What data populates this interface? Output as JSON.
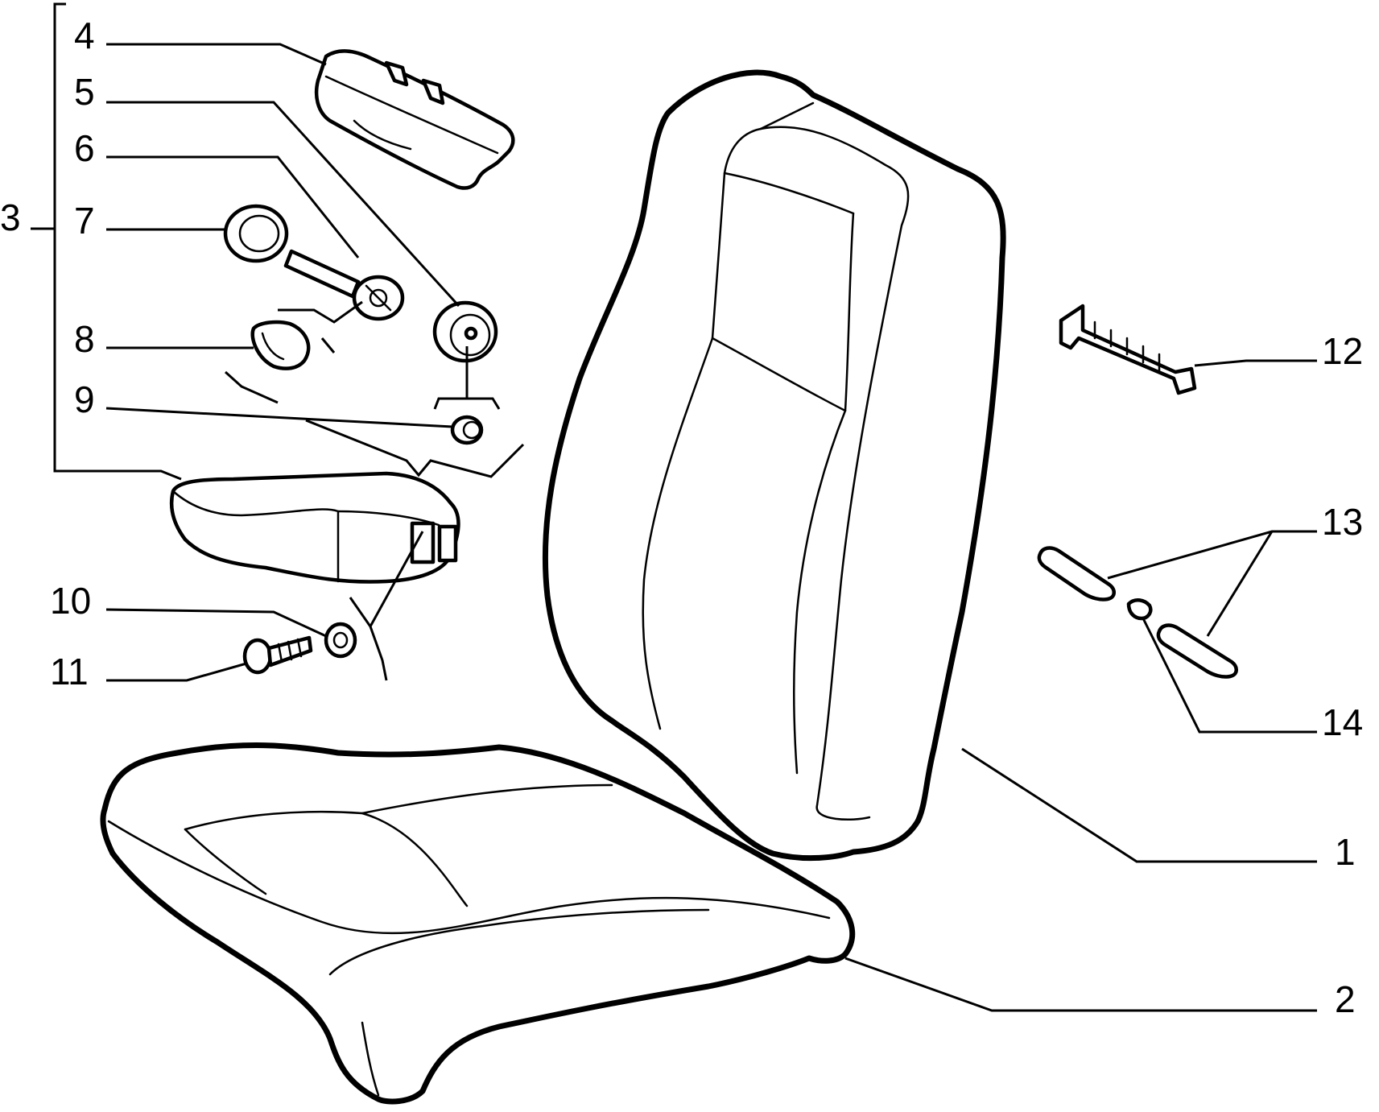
{
  "diagram": {
    "callouts": [
      {
        "id": "c1",
        "label": "1"
      },
      {
        "id": "c2",
        "label": "2"
      },
      {
        "id": "c3",
        "label": "3"
      },
      {
        "id": "c4",
        "label": "4"
      },
      {
        "id": "c5",
        "label": "5"
      },
      {
        "id": "c6",
        "label": "6"
      },
      {
        "id": "c7",
        "label": "7"
      },
      {
        "id": "c8",
        "label": "8"
      },
      {
        "id": "c9",
        "label": "9"
      },
      {
        "id": "c10",
        "label": "10"
      },
      {
        "id": "c11",
        "label": "11"
      },
      {
        "id": "c12",
        "label": "12"
      },
      {
        "id": "c13",
        "label": "13"
      },
      {
        "id": "c14",
        "label": "14"
      }
    ],
    "colors": {
      "ink": "#000000",
      "paper": "#ffffff"
    }
  }
}
